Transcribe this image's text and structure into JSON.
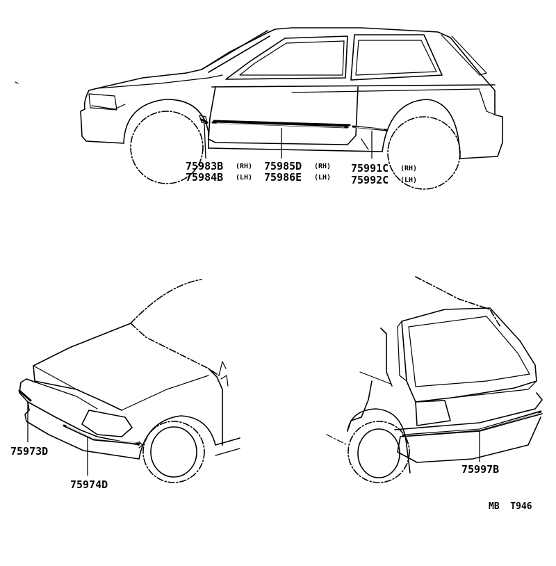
{
  "callouts": {
    "side_rear_door_front": {
      "part": "75983B",
      "side": "(RH)"
    },
    "side_rear_door_front_lh": {
      "part": "75984B",
      "side": "(LH)"
    },
    "side_door_main_rh": {
      "part": "75985D",
      "side": "(RH)"
    },
    "side_door_main_lh": {
      "part": "75986E",
      "side": "(LH)"
    },
    "side_quarter_rh": {
      "part": "75991C",
      "side": "(RH)"
    },
    "side_quarter_lh": {
      "part": "75992C",
      "side": "(LH)"
    },
    "front_corner": {
      "part": "75973D"
    },
    "front_bumper": {
      "part": "75974D"
    },
    "rear_bumper": {
      "part": "75997B"
    }
  },
  "figure_code": "MB  T946"
}
